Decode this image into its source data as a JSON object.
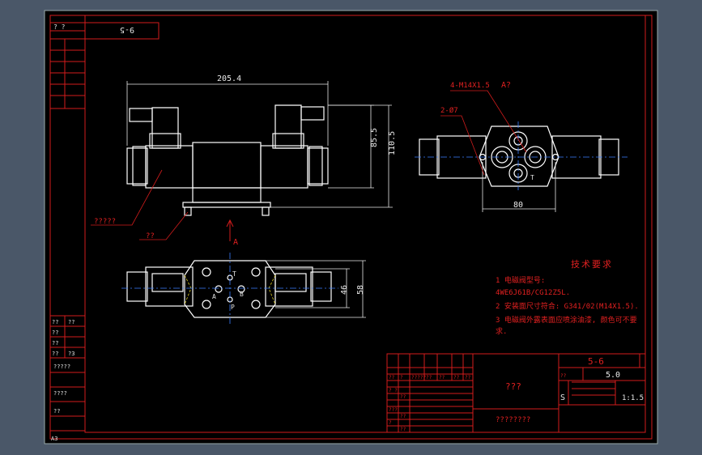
{
  "colors": {
    "viewport_bg": "#4a5768",
    "sheet_bg": "#000000",
    "frame": "#d21c1c",
    "outline": "#ffffff",
    "dimension": "#e8e8e8",
    "center_line": "#3a7dff",
    "hidden_line": "#e0d020",
    "note_text": "#e02020"
  },
  "drawing": {
    "code_upside_down": "9-5",
    "sheet_size": "A3",
    "stamp_corner": "?  ?",
    "left_strip": [
      "??",
      "??",
      "??",
      "??",
      "??",
      "?3",
      "?????",
      "????",
      "??"
    ]
  },
  "front_view": {
    "width": "205.4",
    "height_coil": "85.5",
    "height_total": "110.5",
    "leader_body": "?????",
    "leader_base": "??"
  },
  "side_view": {
    "thread_callout": "4-M14X1.5",
    "view_label": "A?",
    "pin_callout": "2-Ø7",
    "width": "80",
    "port_t": "T"
  },
  "top_view": {
    "arrow_label": "A",
    "depth_inner": "46",
    "depth_outer": "58",
    "ports": [
      "T",
      "A",
      "B",
      "P"
    ]
  },
  "notes": {
    "heading": "技术要求",
    "lines": [
      "1 电磁阀型号:",
      "4WE6J61B/CG12Z5L.",
      "2 安装面尺寸符合: G341/02(M14X1.5).",
      "3 电磁阀外露表面应喷涂油漆, 颜色可不要",
      "求."
    ]
  },
  "title_block": {
    "drawing_no": "5-6",
    "name": "???",
    "material": "????????",
    "weight": "5.0",
    "scale": "1:1.5",
    "stage_mark": "S",
    "small_labels": [
      "??",
      "?",
      "?????",
      "??",
      "??",
      "??",
      "??"
    ],
    "small_labels_2": [
      "? ?",
      "??",
      "???",
      "??",
      "?",
      "??",
      "??"
    ]
  }
}
